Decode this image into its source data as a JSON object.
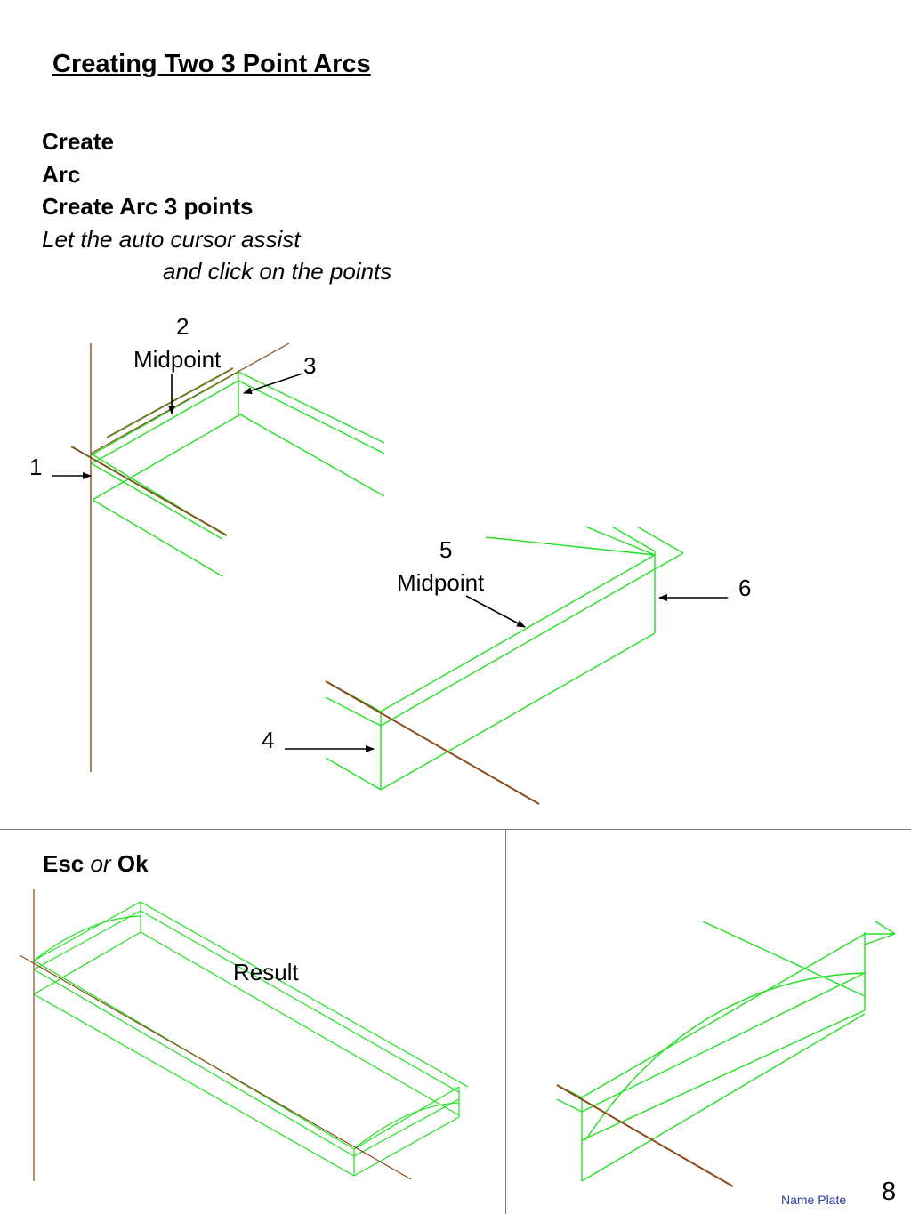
{
  "title": "Creating Two 3 Point Arcs",
  "steps": {
    "line1": "Create",
    "line2": "Arc",
    "line3": "Create Arc 3 points",
    "line4": "Let the auto cursor assist",
    "line5": "and click on the points"
  },
  "labels": {
    "p1": "1",
    "p2": "2",
    "p2_sub": "Midpoint",
    "p3": "3",
    "p4": "4",
    "p5": "5",
    "p5_sub": "Midpoint",
    "p6": "6",
    "result": "Result"
  },
  "finish": {
    "esc": "Esc",
    "or": "or",
    "ok": "Ok"
  },
  "footer": {
    "caption": "Name Plate",
    "page_number": "8"
  },
  "colors": {
    "wireframe": "#22e022",
    "axis": "#8b4a1c",
    "arrow": "#000000",
    "divider": "#7a7a7a",
    "footer_text": "#2a3aa0"
  }
}
